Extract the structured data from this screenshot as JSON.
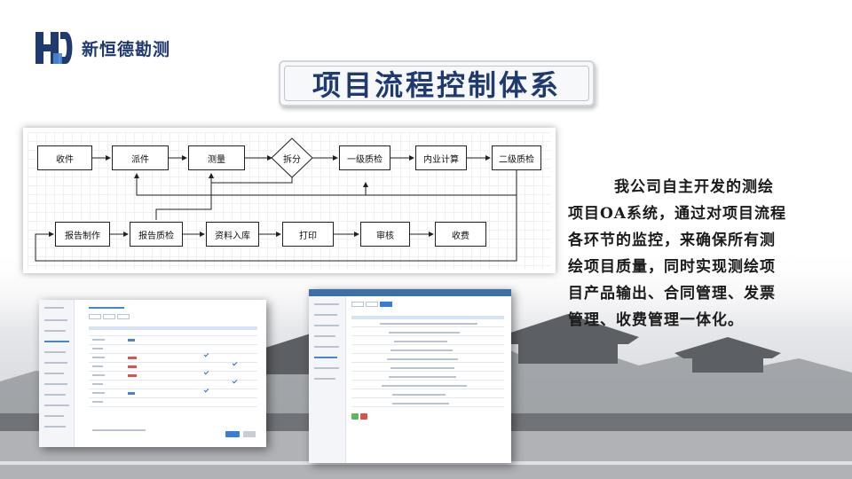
{
  "company": {
    "name": "新恒德勘测",
    "logo_mark": "HD"
  },
  "title": "项目流程控制体系",
  "flowchart": {
    "nodes": {
      "receive": "收件",
      "dispatch": "派件",
      "survey": "测量",
      "split": "拆分",
      "qc1": "一级质检",
      "office_calc": "内业计算",
      "qc2": "二级质检",
      "report_make": "报告制作",
      "report_qc": "报告质检",
      "archive": "资料入库",
      "print": "打印",
      "review": "审核",
      "charge": "收费"
    }
  },
  "description": {
    "lines": [
      "我公司自主开发的测绘",
      "项目OA系统，通过对项目流程",
      "各环节的监控，来确保所有测",
      "绘项目质量，同时实现测绘项",
      "目产品输出、合同管理、发票",
      "管理、收费管理一体化。"
    ]
  },
  "colors": {
    "brand": "#1f3a6e",
    "accent": "#2f6db5"
  }
}
